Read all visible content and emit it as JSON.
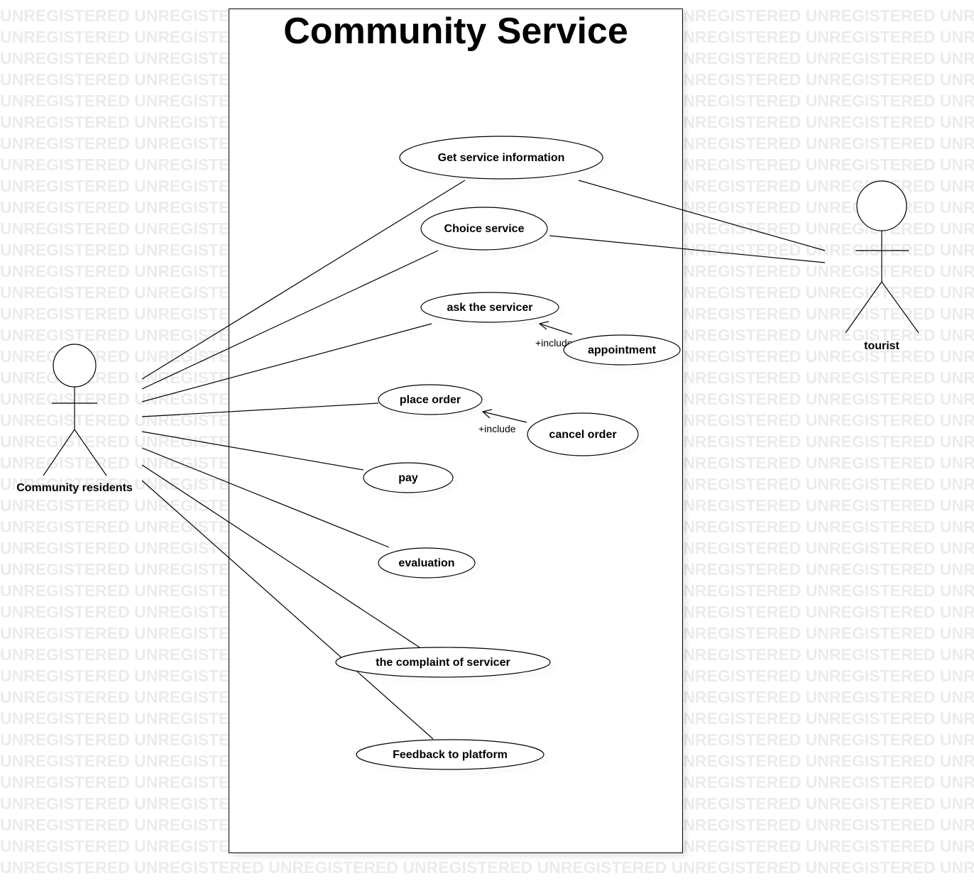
{
  "watermark": "UNREGISTERED",
  "system": {
    "title": "Community Service"
  },
  "actors": {
    "residents": {
      "name": "Community residents"
    },
    "tourist": {
      "name": "tourist"
    }
  },
  "use_cases": {
    "get_info": "Get service information",
    "choice": "Choice service",
    "ask": "ask the servicer",
    "appointment": "appointment",
    "place_order": "place order",
    "cancel_order": "cancel order",
    "pay": "pay",
    "evaluation": "evaluation",
    "complaint": "the complaint of servicer",
    "feedback": "Feedback to platform"
  },
  "relations": {
    "include_label_1": "+include",
    "include_label_2": "+include"
  }
}
